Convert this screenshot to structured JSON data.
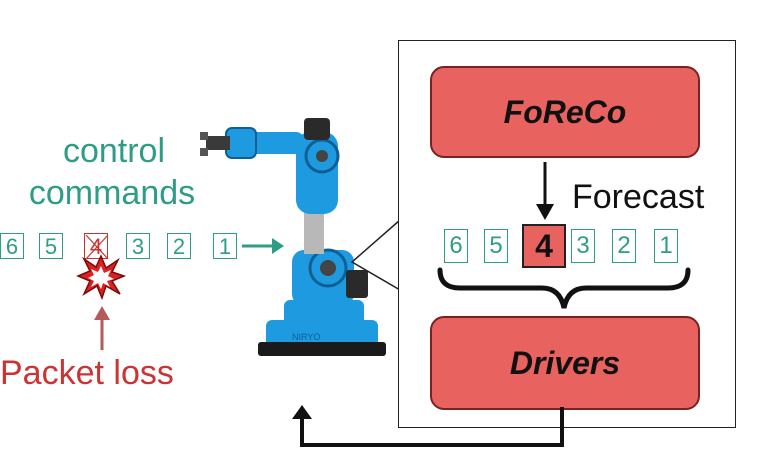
{
  "left": {
    "label_line1": "control",
    "label_line2": "commands",
    "commands": [
      "6",
      "5",
      "4",
      "3",
      "2",
      "1"
    ],
    "lost_command": "4",
    "packet_loss_label": "Packet loss"
  },
  "panel": {
    "top_block": "FoReCo",
    "forecast_label": "Forecast",
    "forecast_sequence": [
      "6",
      "5",
      "4",
      "3",
      "2",
      "1"
    ],
    "predicted_value": "4",
    "bottom_block": "Drivers"
  },
  "colors": {
    "green": "#2e9d86",
    "red_text": "#cc3333",
    "block_fill": "#e8635f",
    "robot_blue": "#1e9be0"
  },
  "icons": {
    "robot": "robot-arm-icon",
    "explosion": "explosion-icon"
  }
}
